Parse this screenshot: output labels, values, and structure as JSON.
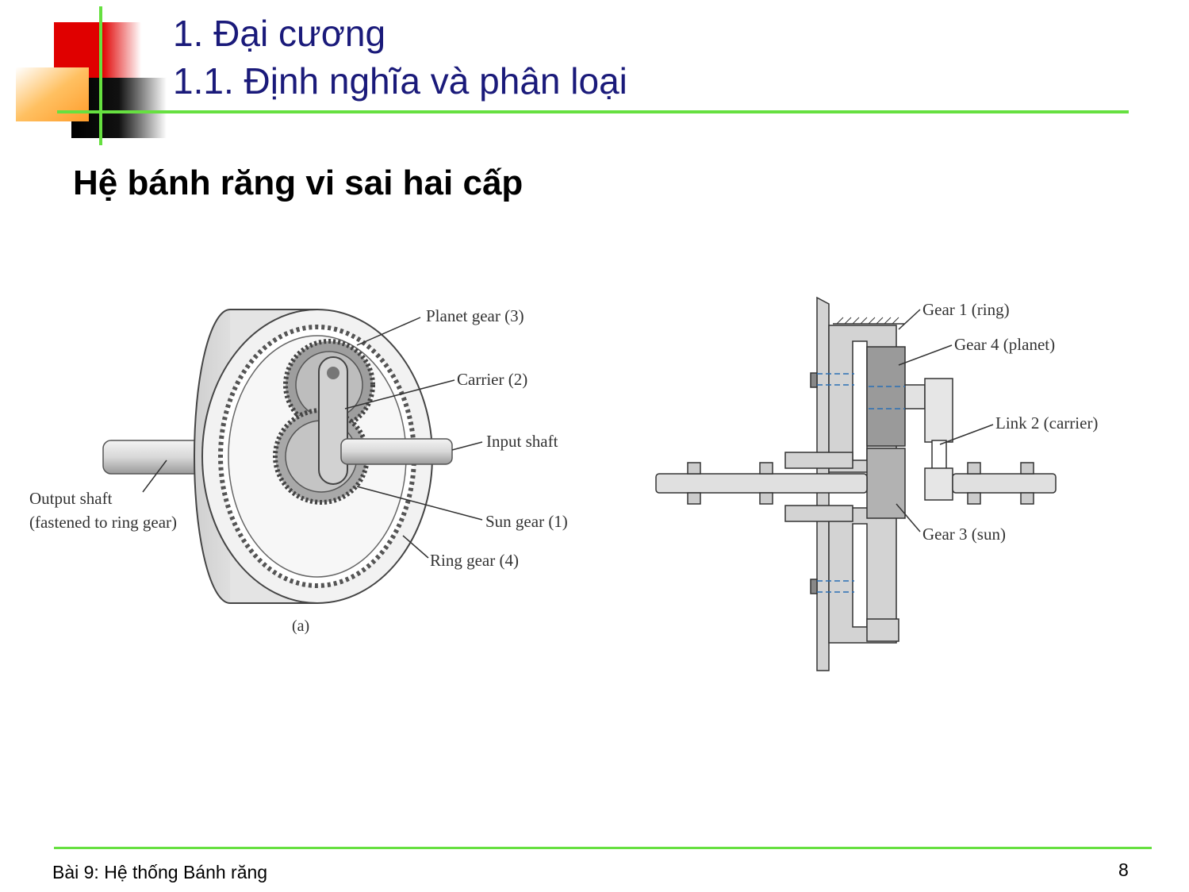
{
  "slide": {
    "title_line1": "1. Đại cương",
    "title_line2": "1.1. Định nghĩa và phân loại",
    "subtitle": "Hệ bánh răng vi sai hai cấp"
  },
  "figure_a": {
    "labels": {
      "planet": "Planet gear (3)",
      "carrier": "Carrier (2)",
      "input": "Input shaft",
      "output1": "Output shaft",
      "output2": "(fastened to ring gear)",
      "sun": "Sun gear (1)",
      "ring": "Ring gear (4)",
      "caption": "(a)"
    }
  },
  "figure_b": {
    "labels": {
      "gear1": "Gear 1 (ring)",
      "gear4": "Gear 4 (planet)",
      "link2": "Link 2 (carrier)",
      "gear3": "Gear 3 (sun)"
    }
  },
  "footer": {
    "text": "Bài 9: Hệ thống Bánh răng",
    "page": "8"
  },
  "colors": {
    "title": "#1a1a7a",
    "accent_line": "#66e040",
    "deco_red": "#e00000",
    "deco_orange": "#ffb347"
  }
}
